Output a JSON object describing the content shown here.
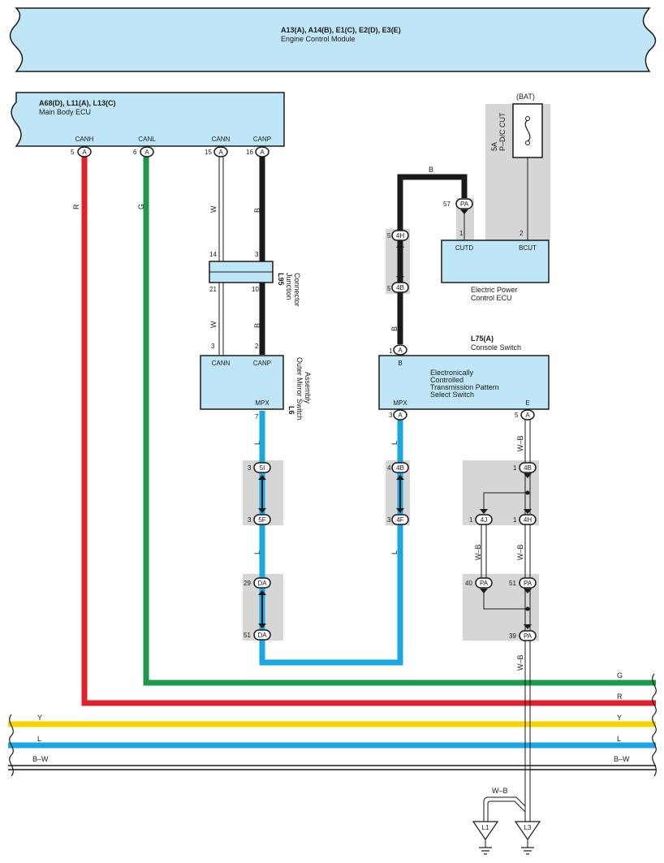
{
  "ecm": {
    "codes": "A13(A), A14(B), E1(C), E2(D), E3(E)",
    "name": "Engine Control Module"
  },
  "main_body_ecu": {
    "codes": "A68(D), L11(A), L13(C)",
    "name": "Main Body ECU",
    "pins": [
      {
        "label": "CANH",
        "num": "5",
        "conn": "A",
        "wire": "R"
      },
      {
        "label": "CANL",
        "num": "6",
        "conn": "A",
        "wire": "G"
      },
      {
        "label": "CANN",
        "num": "15",
        "conn": "A",
        "wire": "W"
      },
      {
        "label": "CANP",
        "num": "16",
        "conn": "A",
        "wire": "B"
      }
    ]
  },
  "fuse": {
    "source": "(BAT)",
    "rating": "5A",
    "name": "P–D/C CUT"
  },
  "epc_ecu": {
    "name_line1": "Electric Power",
    "name_line2": "Control ECU",
    "pin_cutd": "CUTD",
    "pin_bcut": "BCUT",
    "num_cutd": "1",
    "num_bcut": "2"
  },
  "junction": {
    "code": "L95",
    "name_line1": "Junction",
    "name_line2": "Connector",
    "pins": [
      "14",
      "3",
      "21",
      "10"
    ]
  },
  "mirror": {
    "code": "L6",
    "name_line1": "Outer Mirror Switch",
    "name_line2": "Assembly",
    "pin_cann": "CANN",
    "pin_canp": "CANP",
    "num_cann": "3",
    "num_canp": "2",
    "pin_mpx": "MPX",
    "num_mpx": "7"
  },
  "console": {
    "code": "L75(A)",
    "name": "Console Switch",
    "pin_b": "B",
    "pin_mpx": "MPX",
    "pin_e": "E",
    "num_b": "1",
    "num_mpx": "3",
    "num_e": "5",
    "conn": "A",
    "inner": [
      "Electronically",
      "Controlled",
      "Transmission Pattern",
      "Select Switch"
    ]
  },
  "connectors": {
    "pa57": {
      "num": "57",
      "conn": "PA"
    },
    "h5": {
      "num": "5",
      "conn": "4H"
    },
    "b5": {
      "num": "5",
      "conn": "4B"
    },
    "i3": {
      "num": "3",
      "conn": "5I"
    },
    "f3": {
      "num": "3",
      "conn": "5F"
    },
    "da29": {
      "num": "29",
      "conn": "DA"
    },
    "da51": {
      "num": "51",
      "conn": "DA"
    },
    "b4": {
      "num": "4",
      "conn": "4B"
    },
    "f43": {
      "num": "3",
      "conn": "4F"
    },
    "b1": {
      "num": "1",
      "conn": "4B"
    },
    "j1": {
      "num": "1",
      "conn": "4J"
    },
    "h1": {
      "num": "1",
      "conn": "4H"
    },
    "pa40": {
      "num": "40",
      "conn": "PA"
    },
    "pa51": {
      "num": "51",
      "conn": "PA"
    },
    "pa39": {
      "num": "39",
      "conn": "PA"
    }
  },
  "wires": {
    "b": "B",
    "l": "L",
    "wb": "W–B",
    "w": "W",
    "r": "R",
    "g": "G"
  },
  "bus": [
    {
      "label": "G",
      "color": "#1a9a4a"
    },
    {
      "label": "R",
      "color": "#e0202a"
    },
    {
      "label": "Y",
      "color": "#f5d400"
    },
    {
      "label": "L",
      "color": "#1aa6e0"
    },
    {
      "label": "B–W",
      "color": "#1a1a1a"
    }
  ],
  "grounds": {
    "l1": "L1",
    "l3": "L3",
    "wb": "W–B"
  }
}
